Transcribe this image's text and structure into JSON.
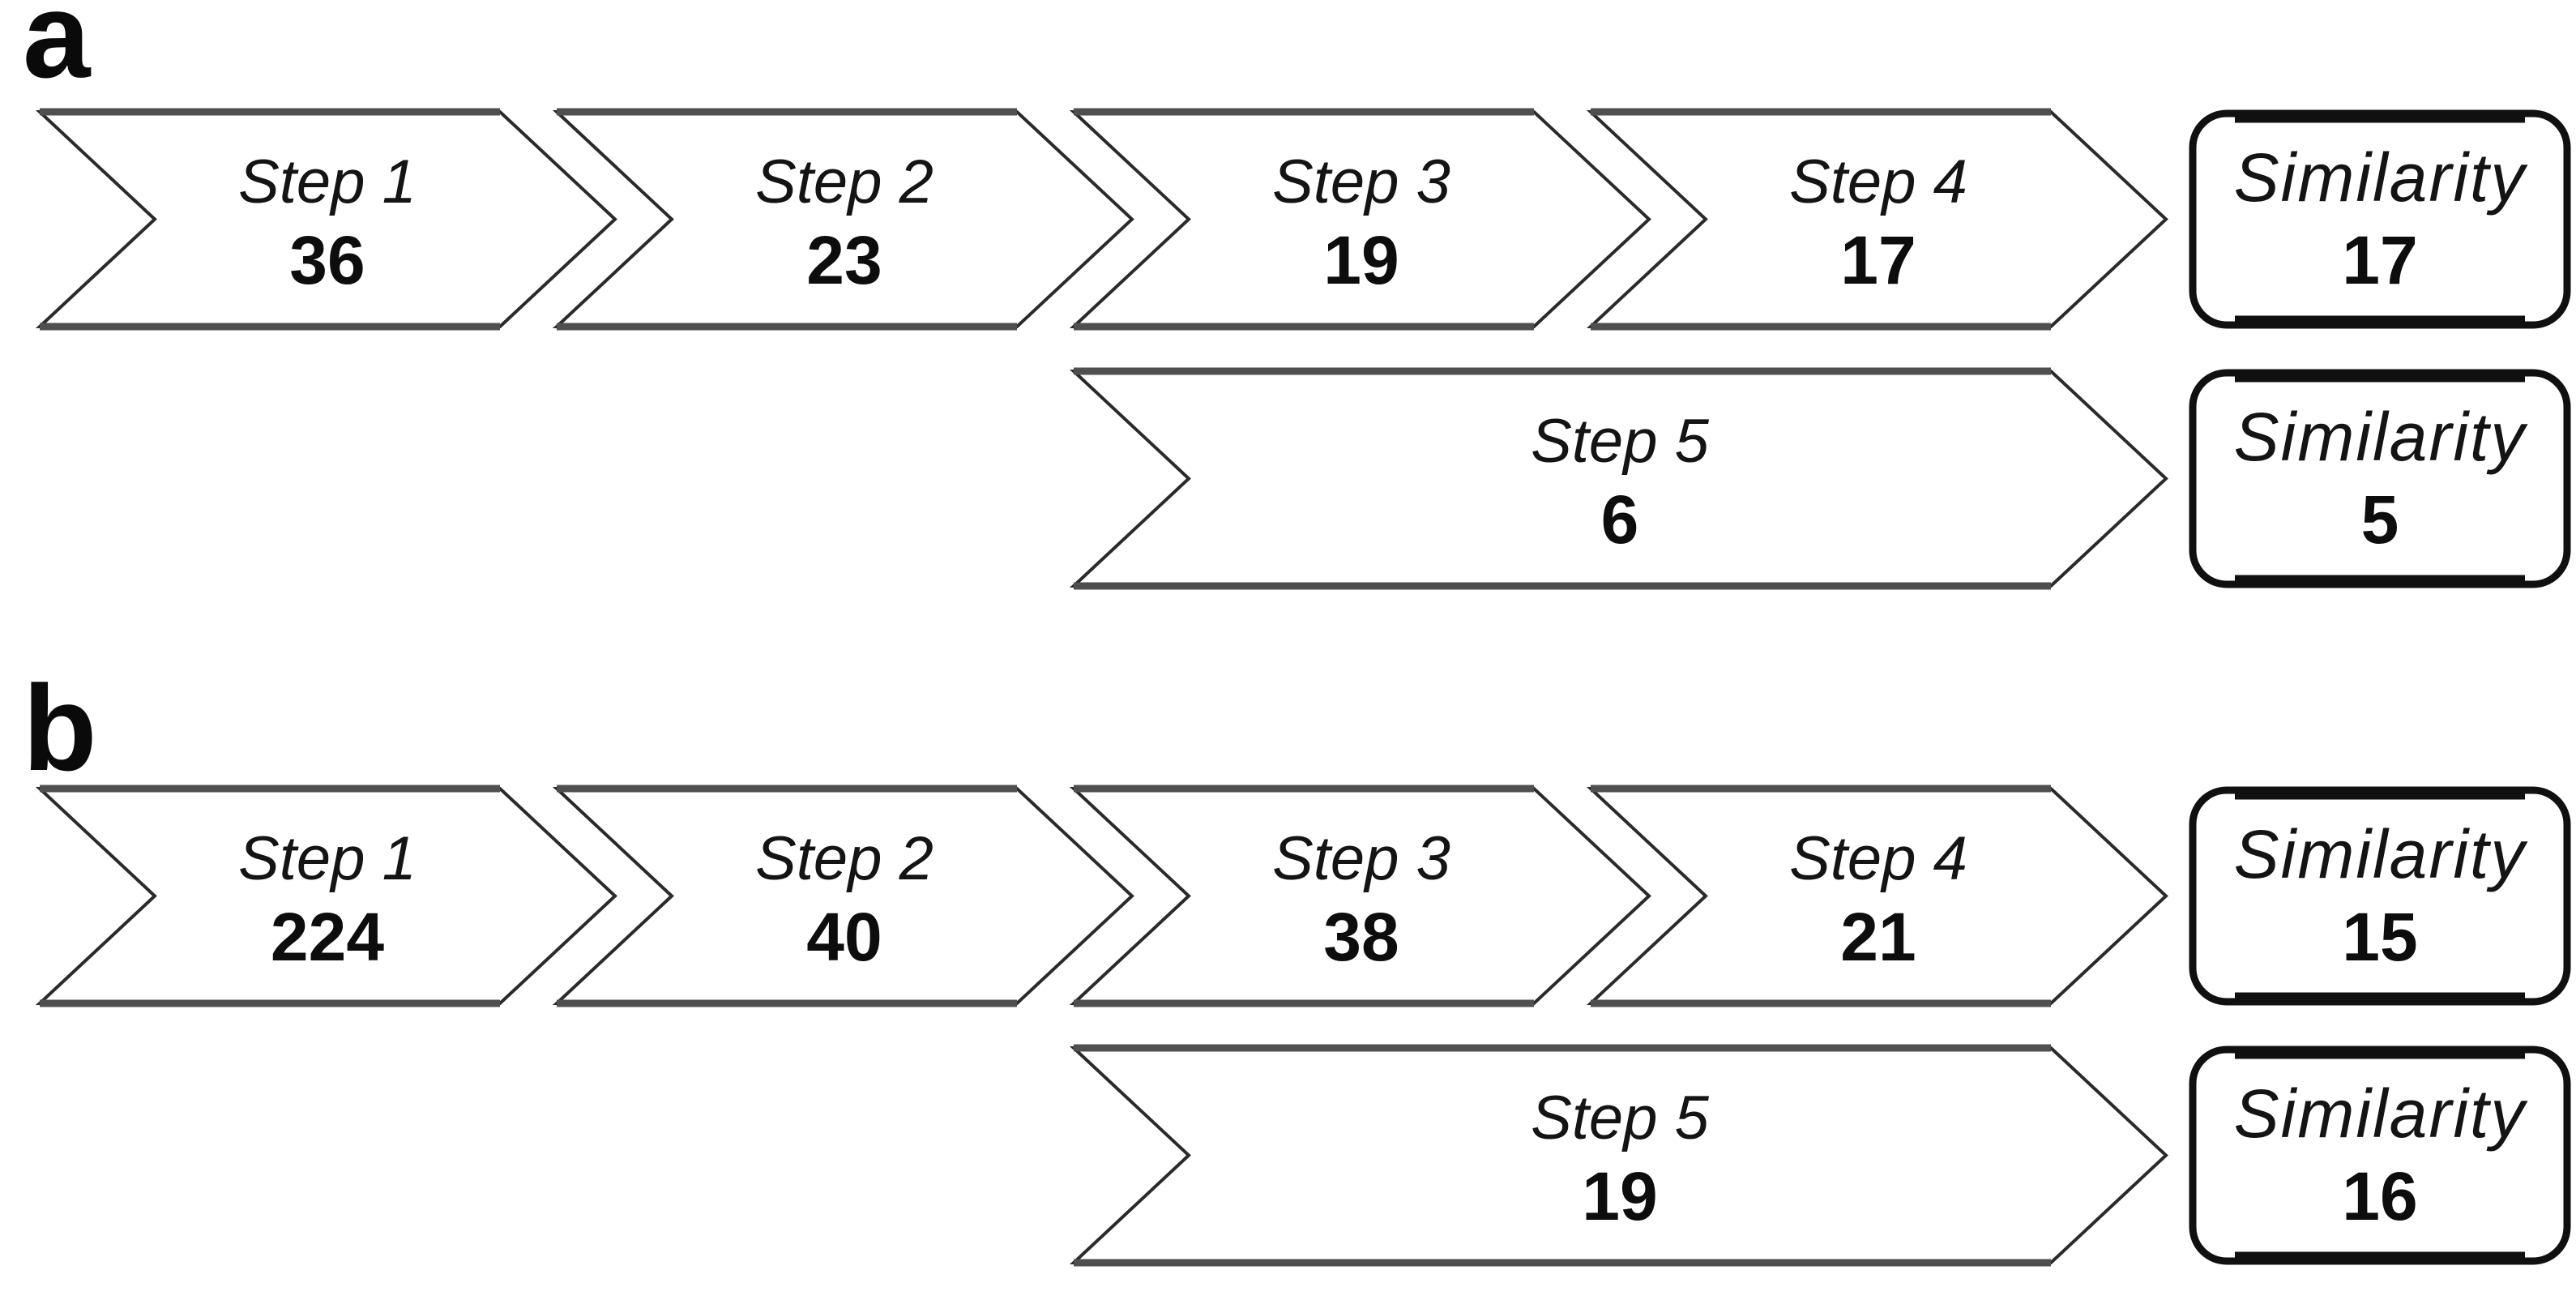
{
  "figure": {
    "panels": [
      {
        "label": "a",
        "steps": [
          {
            "label": "Step 1",
            "value": "36"
          },
          {
            "label": "Step 2",
            "value": "23"
          },
          {
            "label": "Step 3",
            "value": "19"
          },
          {
            "label": "Step 4",
            "value": "17"
          }
        ],
        "similarity_main": {
          "label": "Similarity",
          "value": "17"
        },
        "step5": {
          "label": "Step 5",
          "value": "6"
        },
        "similarity_alt": {
          "label": "Similarity",
          "value": "5"
        }
      },
      {
        "label": "b",
        "steps": [
          {
            "label": "Step 1",
            "value": "224"
          },
          {
            "label": "Step 2",
            "value": "40"
          },
          {
            "label": "Step 3",
            "value": "38"
          },
          {
            "label": "Step 4",
            "value": "21"
          }
        ],
        "similarity_main": {
          "label": "Similarity",
          "value": "15"
        },
        "step5": {
          "label": "Step 5",
          "value": "19"
        },
        "similarity_alt": {
          "label": "Similarity",
          "value": "16"
        }
      }
    ],
    "colors": {
      "background": "#ffffff",
      "shape_fill": "#ffffff",
      "diagonal_outline": "#2a2a2a",
      "horizontal_edge": "#4f4f4f",
      "result_box_border": "#101010",
      "text": "#111111"
    }
  }
}
